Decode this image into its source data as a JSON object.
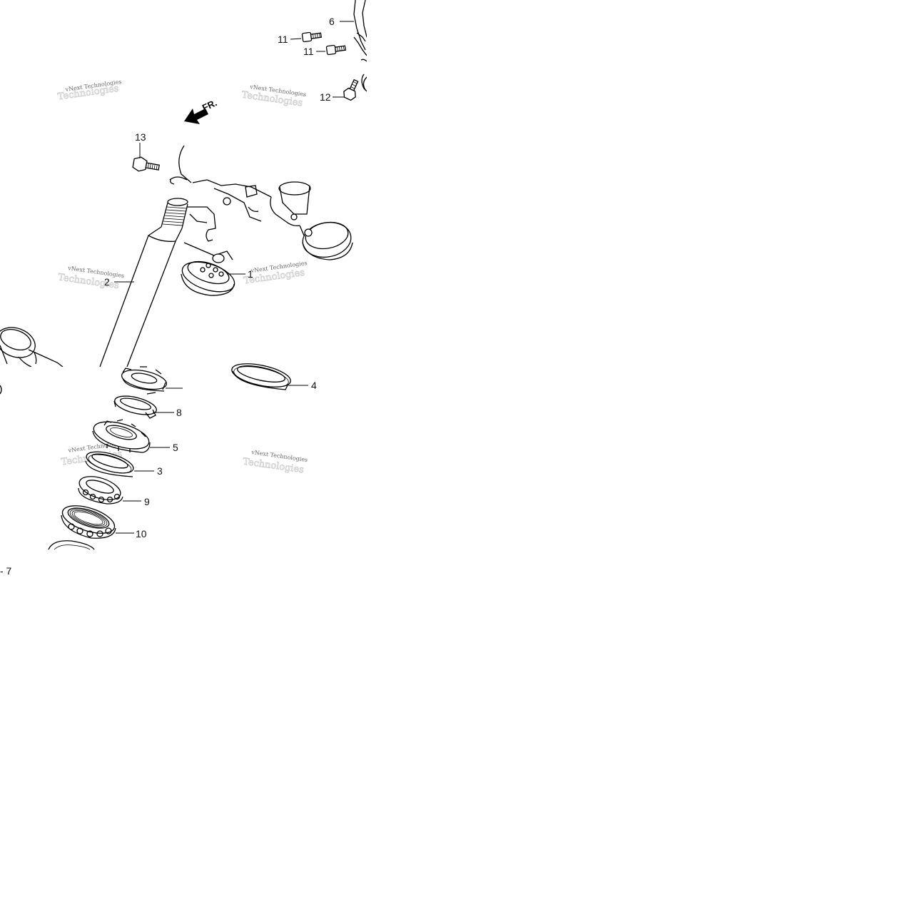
{
  "diagram": {
    "callouts": {
      "c1": "1",
      "c2": "2",
      "c3": "3",
      "c4": "4",
      "c5": "5",
      "c6": "6",
      "c8": "8",
      "c9": "9",
      "c10": "10",
      "c11a": "11",
      "c11b": "11",
      "c12": "12",
      "c13": "13"
    },
    "direction_label": "FR.",
    "page_number": "- 7",
    "watermark": "vNext Technologies",
    "watermark_outline": "Technologies"
  }
}
